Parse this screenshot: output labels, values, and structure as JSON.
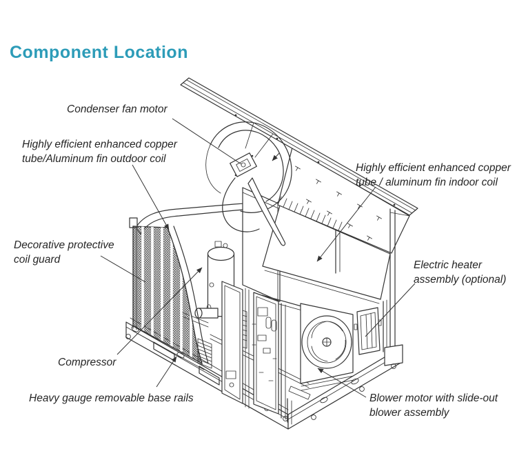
{
  "title": "Component Location",
  "colors": {
    "title_accent": "#2D9CB8",
    "line_art": "#333333",
    "label_text": "#252525"
  },
  "callouts": {
    "condenser_fan_motor": {
      "label": "Condenser fan motor"
    },
    "outdoor_coil": {
      "line1": "Highly efficient enhanced copper",
      "line2": "tube/Aluminum fin outdoor coil"
    },
    "indoor_coil": {
      "line1": "Highly efficient enhanced copper",
      "line2": "tube / aluminum fin indoor coil"
    },
    "coil_guard": {
      "line1": "Decorative protective",
      "line2": "coil guard"
    },
    "electric_heater": {
      "line1": "Electric heater",
      "line2": "assembly (optional)"
    },
    "compressor": {
      "label": "Compressor"
    },
    "base_rails": {
      "label": "Heavy gauge removable base rails"
    },
    "blower": {
      "line1": "Blower motor with slide-out",
      "line2": "blower assembly"
    }
  }
}
